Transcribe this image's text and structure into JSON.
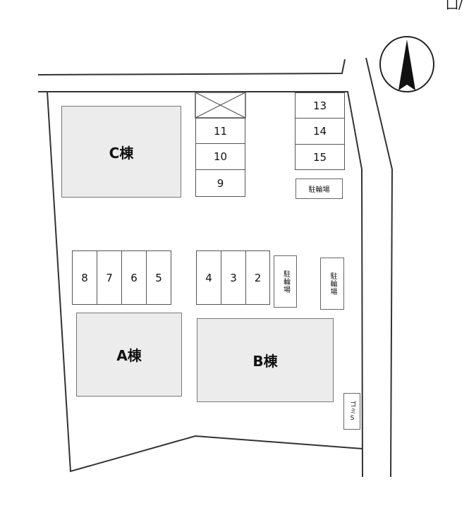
{
  "top_right_text": "囗/",
  "buildings": {
    "c": "C棟",
    "a": "A棟",
    "b": "B棟"
  },
  "parking": {
    "s11": "11",
    "s10": "10",
    "s9": "9",
    "s13": "13",
    "s14": "14",
    "s15": "15",
    "s8": "8",
    "s7": "7",
    "s6": "6",
    "s5": "5",
    "s4": "4",
    "s3": "3",
    "s2": "2"
  },
  "bicycle_parking": {
    "upper_right": "駐輪場",
    "middle": "駐輪場",
    "right": "駐輪場"
  },
  "garbage": "ゴミS",
  "north_arrow": "north-arrow-icon"
}
